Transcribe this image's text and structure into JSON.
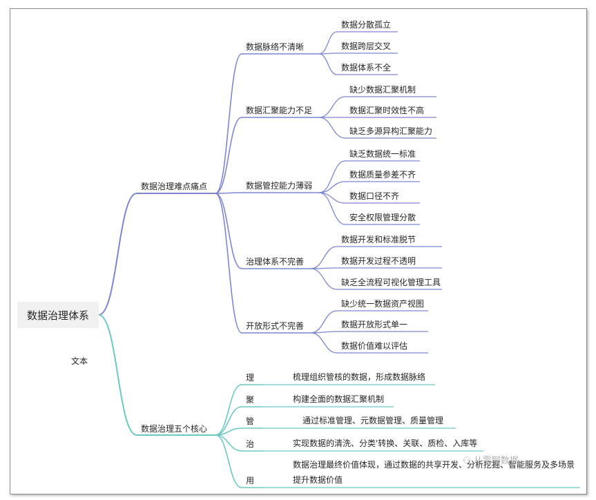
{
  "colors": {
    "blue_branch": "#7b85d4",
    "teal_branch": "#6cc8c4"
  },
  "root": "数据治理体系",
  "floating": "文本",
  "pain_points": {
    "title": "数据治理难点痛点",
    "groups": [
      {
        "name": "数据脉络不清晰",
        "items": [
          "数据分散孤立",
          "数据跨层交叉",
          "数据体系不全"
        ]
      },
      {
        "name": "数据汇聚能力不足",
        "items": [
          "缺少数据汇聚机制",
          "数据汇聚时效性不高",
          "缺乏多源异构汇聚能力"
        ]
      },
      {
        "name": "数据管控能力薄弱",
        "items": [
          "缺乏数据统一标准",
          "数据质量参差不齐",
          "数据口径不齐",
          "安全权限管理分散"
        ]
      },
      {
        "name": "治理体系不完善",
        "items": [
          "数据开发和标准脱节",
          "数据开发过程不透明",
          "缺乏全流程可视化管理工具"
        ]
      },
      {
        "name": "开放形式不完善",
        "items": [
          "缺少统一数据资产视图",
          "数据开放形式单一",
          "数据价值难以评估"
        ]
      }
    ]
  },
  "core": {
    "title": "数据治理五个核心",
    "items": [
      {
        "key": "理",
        "desc": "梳理组织管核的数据，形成数据脉络"
      },
      {
        "key": "聚",
        "desc": "构建全面的数据汇聚机制"
      },
      {
        "key": "管",
        "desc": "通过标准管理、元数据管理、质量管理"
      },
      {
        "key": "治",
        "desc": "实现数据的清洗、分类'转换、关联、质检、入库等"
      },
      {
        "key": "用",
        "desc": "数据治理最终价值体现，通过数据的共享开发、分析挖掘、智能服务及多场景提升数据价值"
      }
    ]
  },
  "watermark": "从零聊数据"
}
